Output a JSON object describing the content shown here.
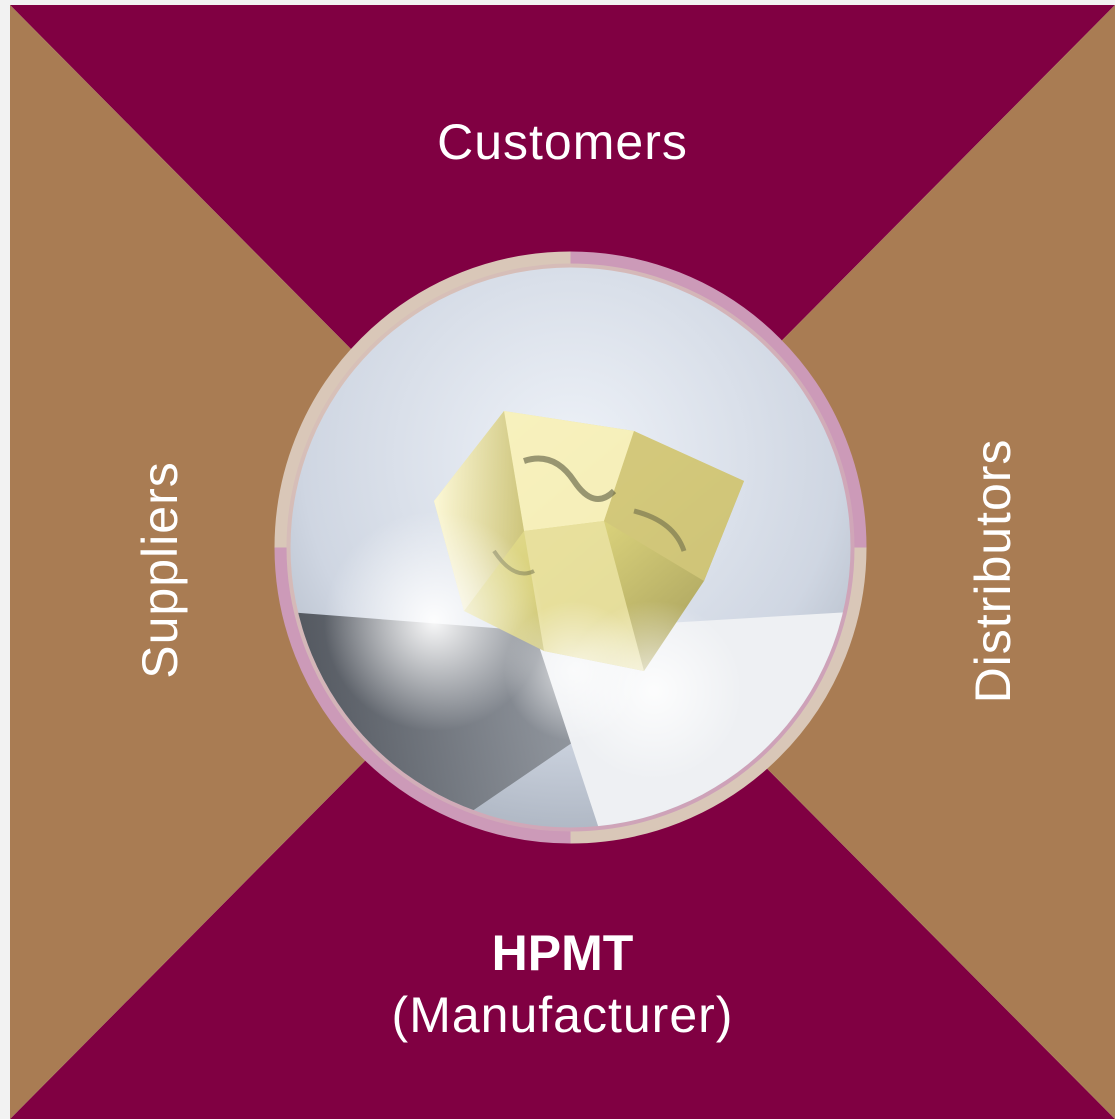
{
  "diagram": {
    "quadrants": {
      "top": "Customers",
      "left": "Suppliers",
      "right": "Distributors",
      "bottom_title": "HPMT",
      "bottom_subtitle": "(Manufacturer)"
    },
    "center_image": "rough-diamond-photo",
    "colors": {
      "maroon": "#800042",
      "tan": "#a97c53",
      "ring_pink": "#cc9ab8",
      "ring_beige": "#d9c7b8"
    }
  }
}
